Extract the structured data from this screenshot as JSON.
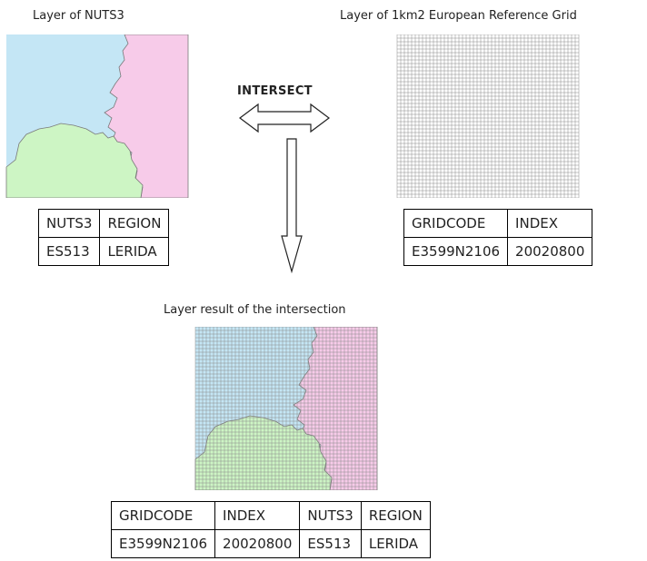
{
  "nuts_layer": {
    "caption": "Layer of NUTS3",
    "table": {
      "headers": [
        "NUTS3",
        "REGION"
      ],
      "row": [
        "ES513",
        "LERIDA"
      ]
    }
  },
  "grid_layer": {
    "caption": "Layer of 1km2 European Reference Grid",
    "table": {
      "headers": [
        "GRIDCODE",
        "INDEX"
      ],
      "row": [
        "E3599N2106",
        "20020800"
      ]
    }
  },
  "operation": {
    "label": "INTERSECT"
  },
  "result_layer": {
    "caption": "Layer result of the intersection",
    "table": {
      "headers": [
        "GRIDCODE",
        "INDEX",
        "NUTS3",
        "REGION"
      ],
      "row": [
        "E3599N2106",
        "20020800",
        "ES513",
        "LERIDA"
      ]
    }
  },
  "colors": {
    "region_blue": "#c4e6f5",
    "region_pink": "#f7cbe9",
    "region_green": "#cdf5c4",
    "grid_line": "#8a8a8a",
    "border_line": "#7a7a7a"
  }
}
